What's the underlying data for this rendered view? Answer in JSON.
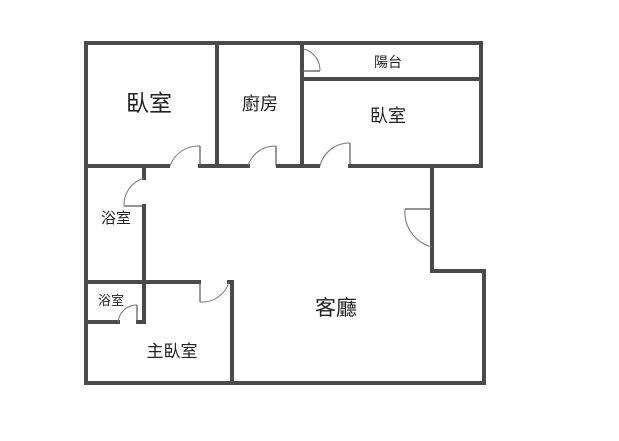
{
  "rooms": {
    "bedroom_nw": "臥室",
    "kitchen": "廚房",
    "balcony": "陽台",
    "bedroom_ne": "臥室",
    "bathroom_upper": "浴室",
    "bathroom_lower": "浴室",
    "master_bedroom": "主臥室",
    "living_room": "客廳"
  }
}
